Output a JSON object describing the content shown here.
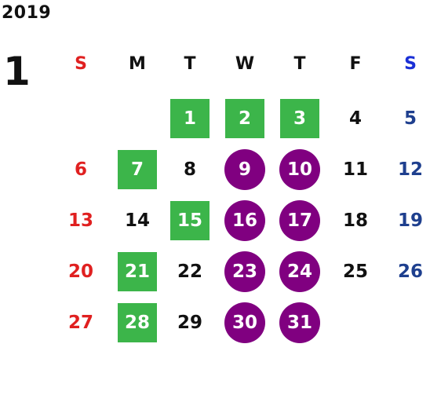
{
  "calendar": {
    "year": "2019",
    "month": "1",
    "weekdays": [
      "S",
      "M",
      "T",
      "W",
      "T",
      "F",
      "S"
    ],
    "weekday_colors": [
      "#e02020",
      "#111111",
      "#111111",
      "#111111",
      "#111111",
      "#111111",
      "#1a2fd6"
    ],
    "weeks": [
      [
        {
          "day": ""
        },
        {
          "day": ""
        },
        {
          "day": "1",
          "highlight": "green-square"
        },
        {
          "day": "2",
          "highlight": "green-square"
        },
        {
          "day": "3",
          "highlight": "green-square"
        },
        {
          "day": "4"
        },
        {
          "day": "5"
        }
      ],
      [
        {
          "day": "6"
        },
        {
          "day": "7",
          "highlight": "green-square"
        },
        {
          "day": "8"
        },
        {
          "day": "9",
          "highlight": "purple-circle"
        },
        {
          "day": "10",
          "highlight": "purple-circle"
        },
        {
          "day": "11"
        },
        {
          "day": "12"
        }
      ],
      [
        {
          "day": "13"
        },
        {
          "day": "14"
        },
        {
          "day": "15",
          "highlight": "green-square"
        },
        {
          "day": "16",
          "highlight": "purple-circle"
        },
        {
          "day": "17",
          "highlight": "purple-circle"
        },
        {
          "day": "18"
        },
        {
          "day": "19"
        }
      ],
      [
        {
          "day": "20"
        },
        {
          "day": "21",
          "highlight": "green-square"
        },
        {
          "day": "22"
        },
        {
          "day": "23",
          "highlight": "purple-circle"
        },
        {
          "day": "24",
          "highlight": "purple-circle"
        },
        {
          "day": "25"
        },
        {
          "day": "26"
        }
      ],
      [
        {
          "day": "27"
        },
        {
          "day": "28",
          "highlight": "green-square"
        },
        {
          "day": "29"
        },
        {
          "day": "30",
          "highlight": "purple-circle"
        },
        {
          "day": "31",
          "highlight": "purple-circle"
        },
        {
          "day": ""
        },
        {
          "day": ""
        }
      ]
    ],
    "colors": {
      "sunday": "#e02020",
      "saturday": "#1e3f8e",
      "normal": "#111111",
      "green_highlight": "#3cb54a",
      "purple_highlight": "#800080"
    }
  }
}
